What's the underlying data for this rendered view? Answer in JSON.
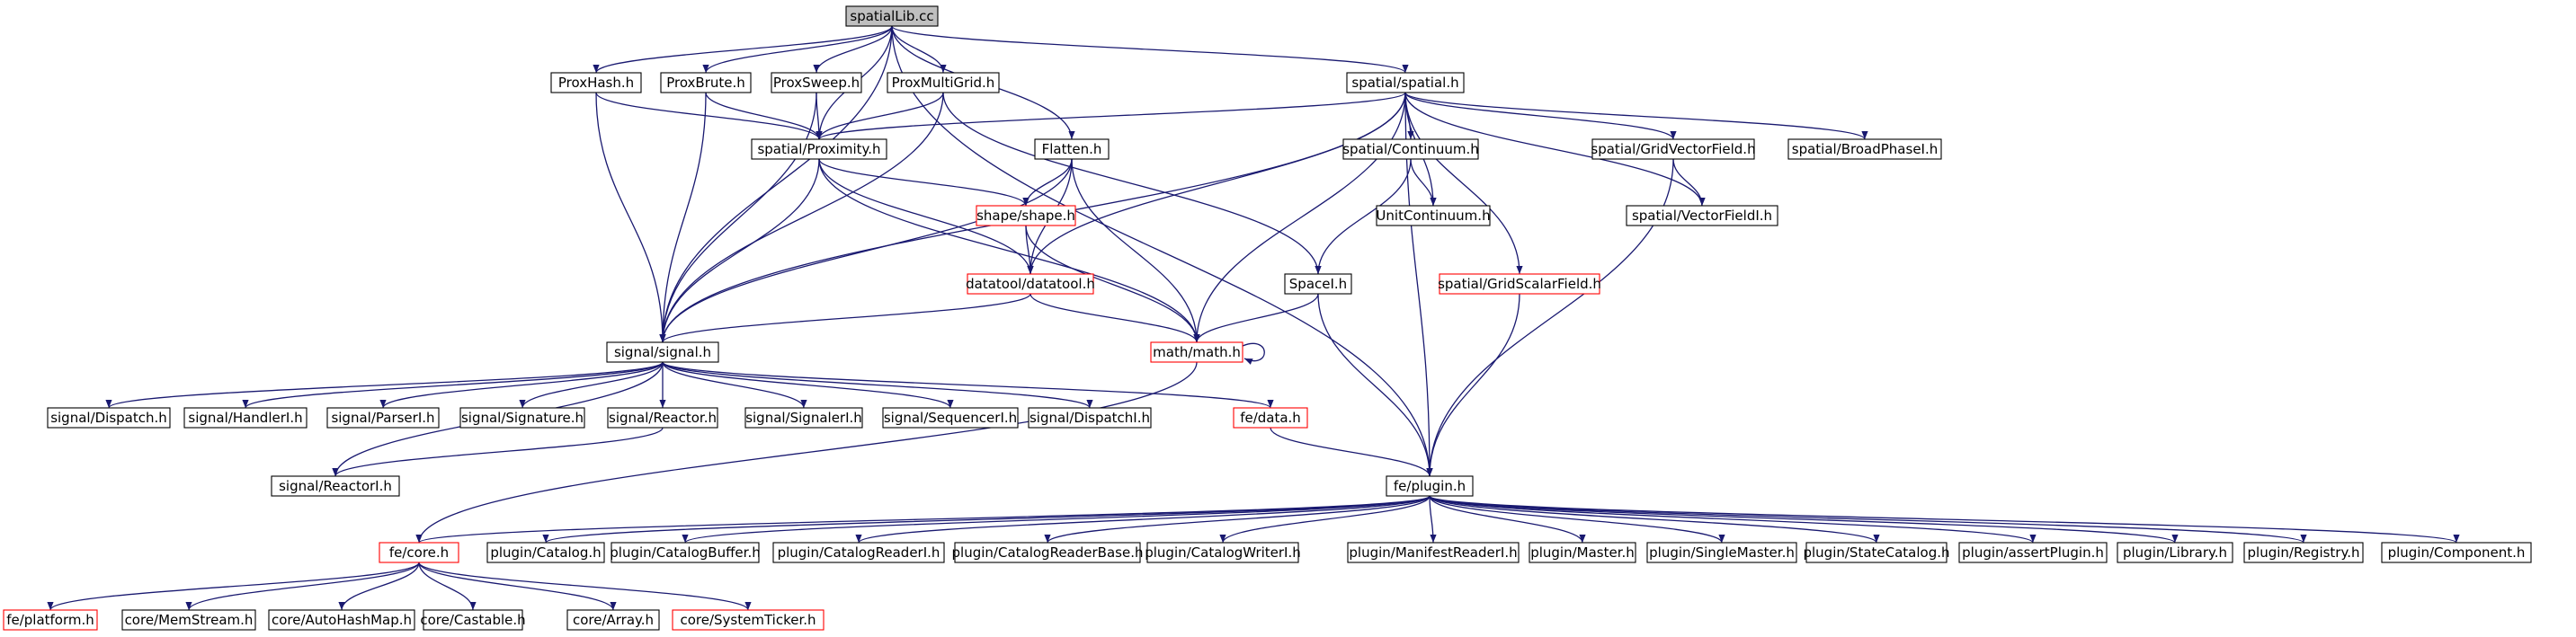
{
  "colors": {
    "background": "#ffffff",
    "node_border": "#000000",
    "node_border_truncated": "#ff0000",
    "root_fill": "#bfbfbf",
    "edge": "#191970"
  },
  "nodes": {
    "spatialLib_cc": {
      "label": "spatialLib.cc",
      "style": "root"
    },
    "ProxHash": {
      "label": "ProxHash.h",
      "style": "normal"
    },
    "ProxBrute": {
      "label": "ProxBrute.h",
      "style": "normal"
    },
    "ProxSweep": {
      "label": "ProxSweep.h",
      "style": "normal"
    },
    "ProxMultiGrid": {
      "label": "ProxMultiGrid.h",
      "style": "normal"
    },
    "spatial_spatial": {
      "label": "spatial/spatial.h",
      "style": "normal"
    },
    "spatial_Proximity": {
      "label": "spatial/Proximity.h",
      "style": "normal"
    },
    "Flatten": {
      "label": "Flatten.h",
      "style": "normal"
    },
    "spatial_Continuum": {
      "label": "spatial/Continuum.h",
      "style": "normal"
    },
    "spatial_GridVectorField": {
      "label": "spatial/GridVectorField.h",
      "style": "normal"
    },
    "spatial_BroadPhaseI": {
      "label": "spatial/BroadPhaseI.h",
      "style": "normal"
    },
    "UnitContinuum": {
      "label": "UnitContinuum.h",
      "style": "normal"
    },
    "spatial_VectorFieldI": {
      "label": "spatial/VectorFieldI.h",
      "style": "normal"
    },
    "shape_shape": {
      "label": "shape/shape.h",
      "style": "truncated"
    },
    "datatool": {
      "label": "datatool/datatool.h",
      "style": "truncated"
    },
    "SpaceI": {
      "label": "SpaceI.h",
      "style": "normal"
    },
    "spatial_GridScalarField": {
      "label": "spatial/GridScalarField.h",
      "style": "truncated"
    },
    "signal_signal": {
      "label": "signal/signal.h",
      "style": "normal"
    },
    "math_math": {
      "label": "math/math.h",
      "style": "truncated"
    },
    "signal_Dispatch": {
      "label": "signal/Dispatch.h",
      "style": "normal"
    },
    "signal_HandlerI": {
      "label": "signal/HandlerI.h",
      "style": "normal"
    },
    "signal_ParserI": {
      "label": "signal/ParserI.h",
      "style": "normal"
    },
    "signal_Signature": {
      "label": "signal/Signature.h",
      "style": "normal"
    },
    "signal_Reactor": {
      "label": "signal/Reactor.h",
      "style": "normal"
    },
    "signal_SignalerI": {
      "label": "signal/SignalerI.h",
      "style": "normal"
    },
    "signal_SequencerI": {
      "label": "signal/SequencerI.h",
      "style": "normal"
    },
    "signal_DispatchI": {
      "label": "signal/DispatchI.h",
      "style": "normal"
    },
    "fe_data": {
      "label": "fe/data.h",
      "style": "truncated"
    },
    "signal_ReactorI": {
      "label": "signal/ReactorI.h",
      "style": "normal"
    },
    "fe_plugin": {
      "label": "fe/plugin.h",
      "style": "normal"
    },
    "fe_core": {
      "label": "fe/core.h",
      "style": "truncated"
    },
    "plugin_Catalog": {
      "label": "plugin/Catalog.h",
      "style": "normal"
    },
    "plugin_CatalogBuffer": {
      "label": "plugin/CatalogBuffer.h",
      "style": "normal"
    },
    "plugin_CatalogReaderI": {
      "label": "plugin/CatalogReaderI.h",
      "style": "normal"
    },
    "plugin_CatalogReaderBase": {
      "label": "plugin/CatalogReaderBase.h",
      "style": "normal"
    },
    "plugin_CatalogWriterI": {
      "label": "plugin/CatalogWriterI.h",
      "style": "normal"
    },
    "plugin_ManifestReaderI": {
      "label": "plugin/ManifestReaderI.h",
      "style": "normal"
    },
    "plugin_Master": {
      "label": "plugin/Master.h",
      "style": "normal"
    },
    "plugin_SingleMaster": {
      "label": "plugin/SingleMaster.h",
      "style": "normal"
    },
    "plugin_StateCatalog": {
      "label": "plugin/StateCatalog.h",
      "style": "normal"
    },
    "plugin_assertPlugin": {
      "label": "plugin/assertPlugin.h",
      "style": "normal"
    },
    "plugin_Library": {
      "label": "plugin/Library.h",
      "style": "normal"
    },
    "plugin_Registry": {
      "label": "plugin/Registry.h",
      "style": "normal"
    },
    "plugin_Component": {
      "label": "plugin/Component.h",
      "style": "normal"
    },
    "fe_platform": {
      "label": "fe/platform.h",
      "style": "truncated"
    },
    "core_MemStream": {
      "label": "core/MemStream.h",
      "style": "normal"
    },
    "core_AutoHashMap": {
      "label": "core/AutoHashMap.h",
      "style": "normal"
    },
    "core_Castable": {
      "label": "core/Castable.h",
      "style": "normal"
    },
    "core_Array": {
      "label": "core/Array.h",
      "style": "normal"
    },
    "core_SystemTicker": {
      "label": "core/SystemTicker.h",
      "style": "truncated"
    }
  },
  "edges": [
    [
      "spatialLib_cc",
      "ProxHash"
    ],
    [
      "spatialLib_cc",
      "ProxBrute"
    ],
    [
      "spatialLib_cc",
      "ProxSweep"
    ],
    [
      "spatialLib_cc",
      "ProxMultiGrid"
    ],
    [
      "spatialLib_cc",
      "spatial_spatial"
    ],
    [
      "spatialLib_cc",
      "spatial_Proximity"
    ],
    [
      "spatialLib_cc",
      "Flatten"
    ],
    [
      "spatialLib_cc",
      "signal_signal"
    ],
    [
      "spatialLib_cc",
      "fe_plugin"
    ],
    [
      "ProxHash",
      "spatial_Proximity"
    ],
    [
      "ProxHash",
      "signal_signal"
    ],
    [
      "ProxBrute",
      "spatial_Proximity"
    ],
    [
      "ProxBrute",
      "signal_signal"
    ],
    [
      "ProxSweep",
      "spatial_Proximity"
    ],
    [
      "ProxSweep",
      "signal_signal"
    ],
    [
      "ProxMultiGrid",
      "spatial_Proximity"
    ],
    [
      "ProxMultiGrid",
      "signal_signal"
    ],
    [
      "ProxMultiGrid",
      "SpaceI"
    ],
    [
      "spatial_spatial",
      "spatial_Proximity"
    ],
    [
      "spatial_spatial",
      "spatial_Continuum"
    ],
    [
      "spatial_spatial",
      "UnitContinuum"
    ],
    [
      "spatial_spatial",
      "spatial_GridVectorField"
    ],
    [
      "spatial_spatial",
      "spatial_VectorFieldI"
    ],
    [
      "spatial_spatial",
      "spatial_BroadPhaseI"
    ],
    [
      "spatial_spatial",
      "spatial_GridScalarField"
    ],
    [
      "spatial_spatial",
      "math_math"
    ],
    [
      "spatial_spatial",
      "datatool"
    ],
    [
      "spatial_spatial",
      "signal_signal"
    ],
    [
      "spatial_spatial",
      "fe_plugin"
    ],
    [
      "spatial_Proximity",
      "shape_shape"
    ],
    [
      "spatial_Proximity",
      "datatool"
    ],
    [
      "spatial_Proximity",
      "math_math"
    ],
    [
      "spatial_Proximity",
      "signal_signal"
    ],
    [
      "Flatten",
      "shape_shape"
    ],
    [
      "Flatten",
      "datatool"
    ],
    [
      "Flatten",
      "math_math"
    ],
    [
      "Flatten",
      "signal_signal"
    ],
    [
      "spatial_Continuum",
      "UnitContinuum"
    ],
    [
      "spatial_Continuum",
      "SpaceI"
    ],
    [
      "spatial_GridVectorField",
      "spatial_VectorFieldI"
    ],
    [
      "spatial_GridVectorField",
      "fe_plugin"
    ],
    [
      "shape_shape",
      "datatool"
    ],
    [
      "shape_shape",
      "math_math"
    ],
    [
      "datatool",
      "math_math"
    ],
    [
      "datatool",
      "signal_signal"
    ],
    [
      "SpaceI",
      "math_math"
    ],
    [
      "SpaceI",
      "fe_plugin"
    ],
    [
      "spatial_GridScalarField",
      "fe_plugin"
    ],
    [
      "math_math",
      "math_math"
    ],
    [
      "math_math",
      "fe_core"
    ],
    [
      "signal_signal",
      "signal_Dispatch"
    ],
    [
      "signal_signal",
      "signal_HandlerI"
    ],
    [
      "signal_signal",
      "signal_ParserI"
    ],
    [
      "signal_signal",
      "signal_Signature"
    ],
    [
      "signal_signal",
      "signal_Reactor"
    ],
    [
      "signal_signal",
      "signal_SignalerI"
    ],
    [
      "signal_signal",
      "signal_SequencerI"
    ],
    [
      "signal_signal",
      "signal_DispatchI"
    ],
    [
      "signal_signal",
      "fe_data"
    ],
    [
      "signal_signal",
      "signal_ReactorI"
    ],
    [
      "signal_Reactor",
      "signal_ReactorI"
    ],
    [
      "fe_data",
      "fe_plugin"
    ],
    [
      "fe_plugin",
      "fe_core"
    ],
    [
      "fe_plugin",
      "plugin_Catalog"
    ],
    [
      "fe_plugin",
      "plugin_CatalogBuffer"
    ],
    [
      "fe_plugin",
      "plugin_CatalogReaderI"
    ],
    [
      "fe_plugin",
      "plugin_CatalogReaderBase"
    ],
    [
      "fe_plugin",
      "plugin_CatalogWriterI"
    ],
    [
      "fe_plugin",
      "plugin_ManifestReaderI"
    ],
    [
      "fe_plugin",
      "plugin_Master"
    ],
    [
      "fe_plugin",
      "plugin_SingleMaster"
    ],
    [
      "fe_plugin",
      "plugin_StateCatalog"
    ],
    [
      "fe_plugin",
      "plugin_assertPlugin"
    ],
    [
      "fe_plugin",
      "plugin_Library"
    ],
    [
      "fe_plugin",
      "plugin_Registry"
    ],
    [
      "fe_plugin",
      "plugin_Component"
    ],
    [
      "fe_core",
      "fe_platform"
    ],
    [
      "fe_core",
      "core_MemStream"
    ],
    [
      "fe_core",
      "core_AutoHashMap"
    ],
    [
      "fe_core",
      "core_Castable"
    ],
    [
      "fe_core",
      "core_Array"
    ],
    [
      "fe_core",
      "core_SystemTicker"
    ]
  ]
}
